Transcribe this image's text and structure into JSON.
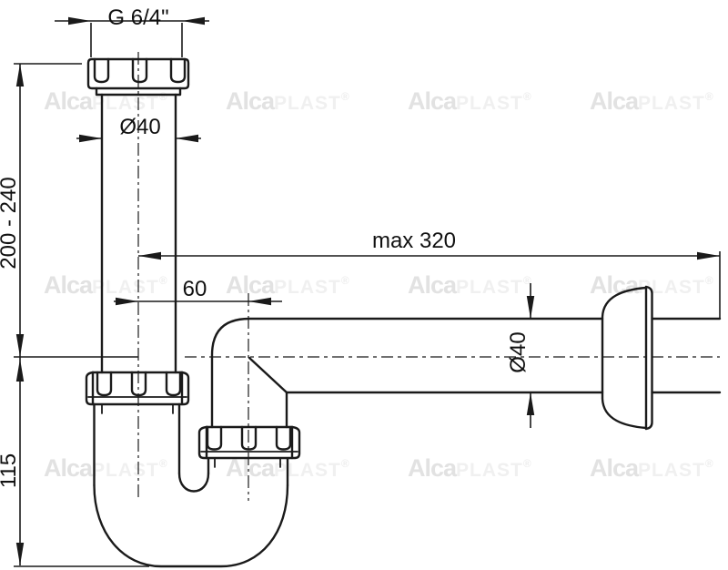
{
  "dimensions": {
    "thread_size": "G 6/4\"",
    "inlet_diameter": "Ø40",
    "adjustable_height": "200 - 240",
    "max_outlet_length": "max 320",
    "center_offset": "60",
    "outlet_diameter": "Ø40",
    "trap_depth": "115"
  },
  "watermark": {
    "brand_bold": "Alca",
    "brand_rest": "PLAST",
    "registered": "®"
  }
}
